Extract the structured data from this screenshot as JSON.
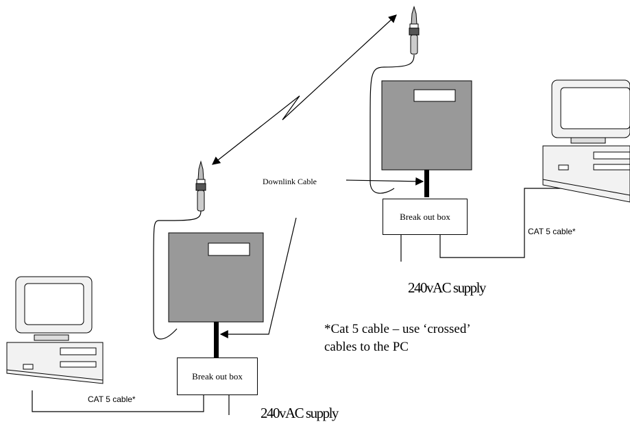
{
  "labels": {
    "downlink_cable": "Downlink Cable",
    "breakout_left": "Break out box",
    "breakout_right": "Break out box",
    "cat5_left": "CAT 5 cable*",
    "cat5_right": "CAT 5 cable*",
    "supply_left": "240vAC supply",
    "supply_right": "240vAC supply",
    "note_line1": "*Cat 5 cable – use ‘crossed’",
    "note_line2": "cables to the PC"
  },
  "icons": {
    "antenna": "antenna-icon",
    "computer": "desktop-computer-icon",
    "radio_unit": "radio-unit-icon"
  },
  "colors": {
    "unit_fill": "#999999",
    "line": "#000000",
    "computer_fill": "#f2f2f2"
  }
}
